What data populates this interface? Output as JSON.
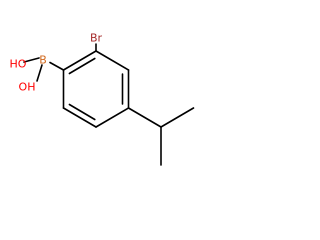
{
  "molecule": {
    "atoms": {
      "bromine": {
        "text": "Br",
        "color": "#a52a2a"
      },
      "boron": {
        "text": "B",
        "color": "#d2691e"
      },
      "hydroxyl_top": {
        "text": "HO",
        "color": "#ff0000"
      },
      "hydroxyl_bottom": {
        "text": "OH",
        "color": "#ff0000"
      }
    },
    "bond_color": "#000000"
  }
}
